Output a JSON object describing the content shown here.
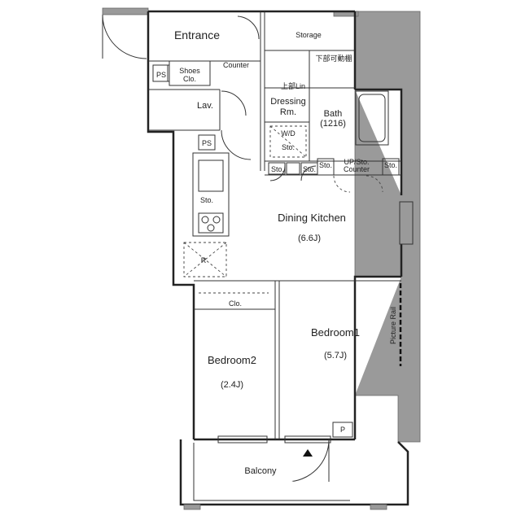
{
  "rooms": {
    "entrance": "Entrance",
    "storage": "Storage",
    "shoes_clo": [
      "Shoes",
      "Clo."
    ],
    "counter": "Counter",
    "lav": "Lav.",
    "ps1": "PS",
    "ps2": "PS",
    "dressing": [
      "Dressing",
      "Rm."
    ],
    "bath": [
      "Bath",
      "(1216)"
    ],
    "upper_open_shelf_jp": "下部可動棚",
    "upper_lin": "上部Lin",
    "wd": "W/D",
    "sto_wd": "Sto.",
    "sto_a": "Sto.",
    "sto_b": "Sto.",
    "sto_c": "Sto.",
    "up_sto_counter": [
      "UP/Sto.",
      "Counter"
    ],
    "sto_d": "Sto.",
    "kitchen_sto": "Sto.",
    "refrigerator": "R",
    "dining_kitchen": "Dining Kitchen",
    "dining_kitchen_size": "(6.6J)",
    "clo": "Clo.",
    "bedroom1": "Bedroom1",
    "bedroom1_size": "(5.7J)",
    "bedroom2": "Bedroom2",
    "bedroom2_size": "(2.4J)",
    "picture_rail": "Picture Rail",
    "p": "P",
    "balcony": "Balcony"
  }
}
